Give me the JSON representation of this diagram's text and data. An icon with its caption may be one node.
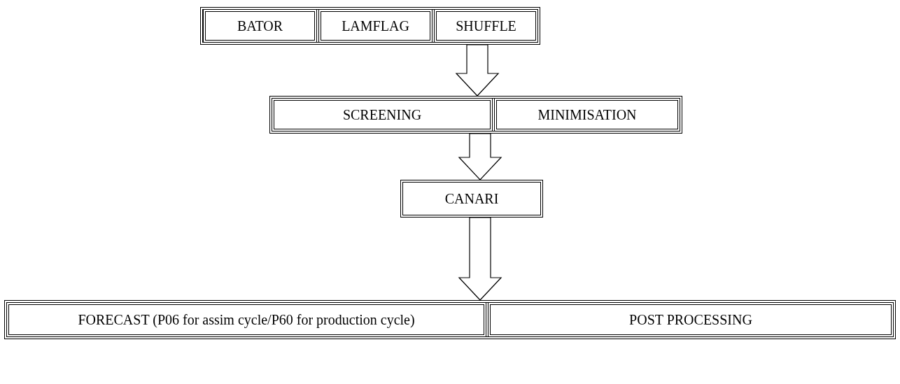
{
  "diagram": {
    "nodes": [
      {
        "text": [],
        "shape": "box"
      },
      {
        "text": [
          "BATOR"
        ],
        "in": 0
      },
      {
        "text": [
          "LAMFLAG"
        ],
        "in": 0
      },
      {
        "text": [
          "SHUFFLE"
        ],
        "in": 0
      },
      {
        "text": [],
        "shape": "box"
      },
      {
        "text": [
          "SCREENING"
        ],
        "in": 4
      },
      {
        "text": [
          "MINIMISATION"
        ],
        "in": 4
      },
      {
        "text": [
          "CANARI"
        ]
      },
      {
        "text": [],
        "shape": "box"
      },
      {
        "text": [
          "FORECAST (P06 for assim cycle/P60 for production cycle)"
        ],
        "in": 8
      },
      {
        "text": [
          "POST PROCESSING"
        ],
        "in": 8
      }
    ],
    "edges": [
      {
        "from": 0,
        "to": 4,
        "arrow": "to"
      },
      {
        "from": 4,
        "to": 7,
        "arrow": "to"
      },
      {
        "from": 7,
        "to": 8,
        "arrow": "to"
      }
    ]
  }
}
